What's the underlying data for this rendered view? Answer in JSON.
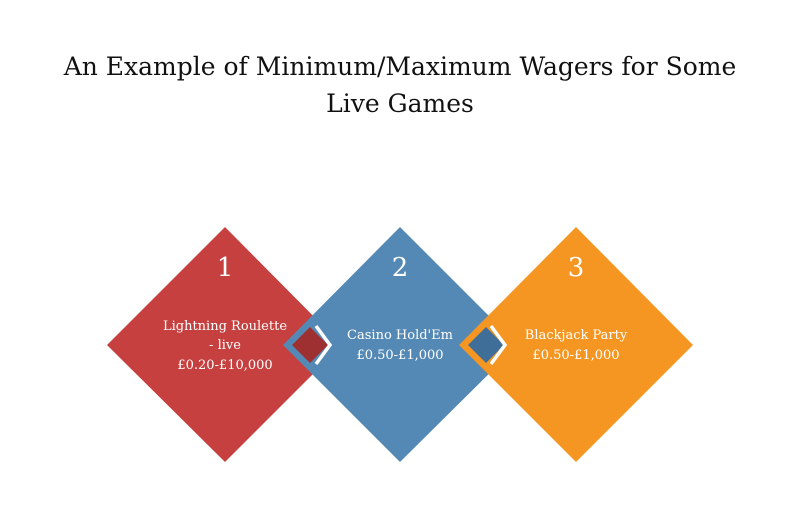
{
  "title": "An Example of Minimum/Maximum Wagers for Some Live Games",
  "steps": [
    {
      "number": "1",
      "name_line1": "Lightning Roulette",
      "name_line2": "- live",
      "range": "£0.20-£10,000",
      "color": "#C5403F"
    },
    {
      "number": "2",
      "name_line1": "Casino Hold'Em",
      "range": "£0.50-£1,000",
      "color": "#5589B5"
    },
    {
      "number": "3",
      "name_line1": "Blackjack Party",
      "range": "£0.50-£1,000",
      "color": "#F49621"
    }
  ],
  "icons": {
    "connector": "chevron-right-icon"
  },
  "connector_colors": [
    "#9E3031",
    "#3F6F98"
  ]
}
